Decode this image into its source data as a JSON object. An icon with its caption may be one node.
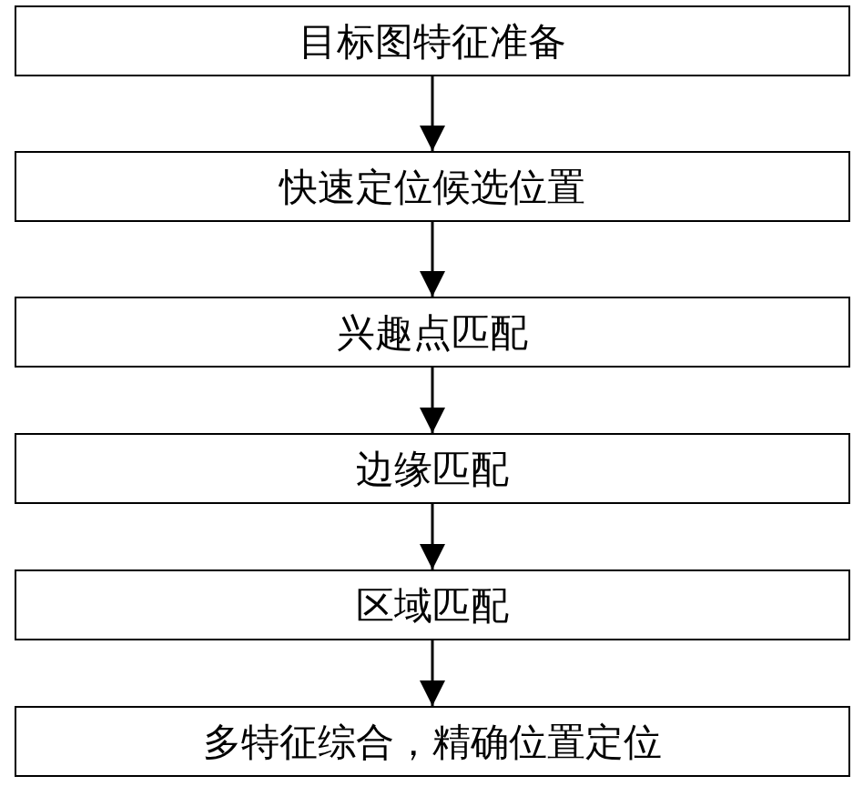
{
  "diagram": {
    "nodes": [
      {
        "text": [
          "目标图特征准备"
        ]
      },
      {
        "text": [
          "快速定位候选位置"
        ]
      },
      {
        "text": [
          "兴趣点匹配"
        ]
      },
      {
        "text": [
          "边缘匹配"
        ]
      },
      {
        "text": [
          "区域匹配"
        ]
      },
      {
        "text": [
          "多特征综合，精确位置定位"
        ]
      }
    ],
    "edges": [
      {
        "from": 0,
        "to": 1,
        "arrow": "to"
      },
      {
        "from": 1,
        "to": 2,
        "arrow": "to"
      },
      {
        "from": 2,
        "to": 3,
        "arrow": "to"
      },
      {
        "from": 3,
        "to": 4,
        "arrow": "to"
      },
      {
        "from": 4,
        "to": 5,
        "arrow": "to"
      }
    ]
  }
}
